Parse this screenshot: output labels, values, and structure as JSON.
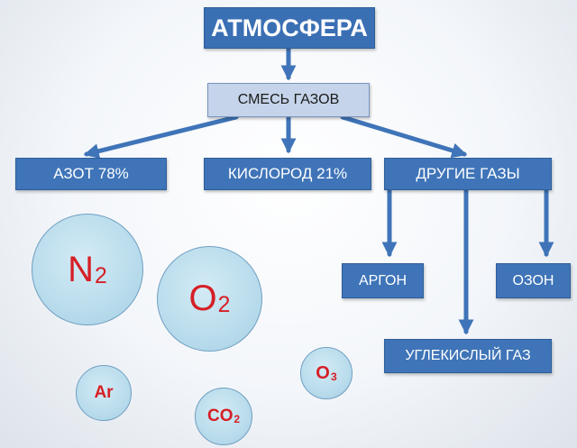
{
  "nodes": {
    "root": "АТМОСФЕРА",
    "mixture": "СМЕСЬ ГАЗОВ",
    "nitrogen": "АЗОТ 78%",
    "oxygen": "КИСЛОРОД 21%",
    "other": "ДРУГИЕ ГАЗЫ",
    "argon": "АРГОН",
    "ozone": "ОЗОН",
    "co2": "УГЛЕКИСЛЫЙ ГАЗ"
  },
  "molecules": {
    "n2": {
      "symbol": "N",
      "sub": "2"
    },
    "o2": {
      "symbol": "O",
      "sub": "2"
    },
    "ar": {
      "symbol": "Ar"
    },
    "o3": {
      "symbol": "O",
      "sub": "3"
    },
    "co2": {
      "symbol": "CO",
      "sub": "2"
    }
  },
  "colors": {
    "box_blue": "#3f74b8",
    "box_light": "#c5d4ea",
    "arrow": "#3f74b8",
    "circle_fill": "#b9dcec",
    "molecule_text": "#d61f26"
  }
}
